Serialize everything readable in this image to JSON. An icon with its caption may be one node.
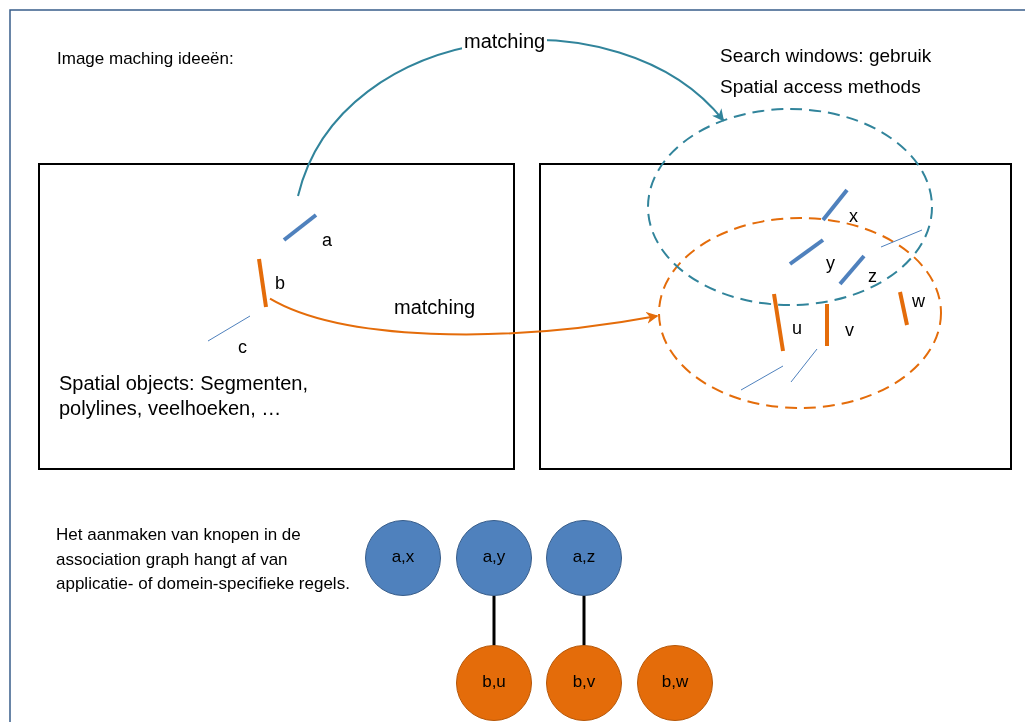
{
  "diagram": {
    "nodes": [
      {
        "text": [
          "Spatial objects: Segmenten, polylines, veelhoeken, …"
        ]
      },
      {
        "text": [],
        "shape": "bar",
        "in": 0,
        "beside": [
          "a"
        ]
      },
      {
        "text": [],
        "shape": "bar",
        "in": 0,
        "beside": [
          "b"
        ]
      },
      {
        "text": [],
        "shape": "box"
      },
      {
        "text": [],
        "shape": "ellipse"
      },
      {
        "text": [],
        "shape": "ellipse",
        "in": 3
      },
      {
        "text": [
          "a,x"
        ]
      },
      {
        "text": [
          "a,y"
        ]
      },
      {
        "text": [
          "a,z"
        ]
      },
      {
        "text": [
          "b,u"
        ]
      },
      {
        "text": [
          "b,v"
        ]
      },
      {
        "text": [
          "b,w"
        ]
      },
      {
        "text": [],
        "shape": "bar",
        "in": 0,
        "beside": [
          "c"
        ]
      },
      {
        "text": [],
        "shape": "bar",
        "beside": [
          "x"
        ]
      },
      {
        "text": [],
        "shape": "bar"
      },
      {
        "text": [],
        "shape": "bar",
        "beside": [
          "y"
        ]
      },
      {
        "text": [],
        "shape": "bar",
        "beside": [
          "z"
        ]
      },
      {
        "text": [],
        "shape": "bar",
        "in": 5,
        "beside": [
          "w"
        ]
      },
      {
        "text": [],
        "shape": "bar",
        "in": 5,
        "beside": [
          "u"
        ]
      },
      {
        "text": [],
        "shape": "bar",
        "in": 5,
        "beside": [
          "v"
        ]
      },
      {
        "text": [],
        "shape": "bar",
        "in": 5
      },
      {
        "text": [],
        "shape": "bar",
        "in": 5
      }
    ],
    "edges": [
      {
        "from": 1,
        "to": 4,
        "arrow": "to",
        "label": "matching",
        "color": "#31849b"
      },
      {
        "from": 2,
        "to": 5,
        "arrow": "to",
        "label": "matching",
        "color": "#e46c0a"
      },
      {
        "from": 7,
        "to": 9,
        "arrow": "none"
      },
      {
        "from": 8,
        "to": 10,
        "arrow": "none"
      }
    ],
    "labels": [
      "Image maching ideeën:",
      "Search windows: gebruik Spatial access methods",
      "Het aanmaken van knopen in de association graph hangt af van applicatie- of domein-specifieke regels."
    ]
  }
}
